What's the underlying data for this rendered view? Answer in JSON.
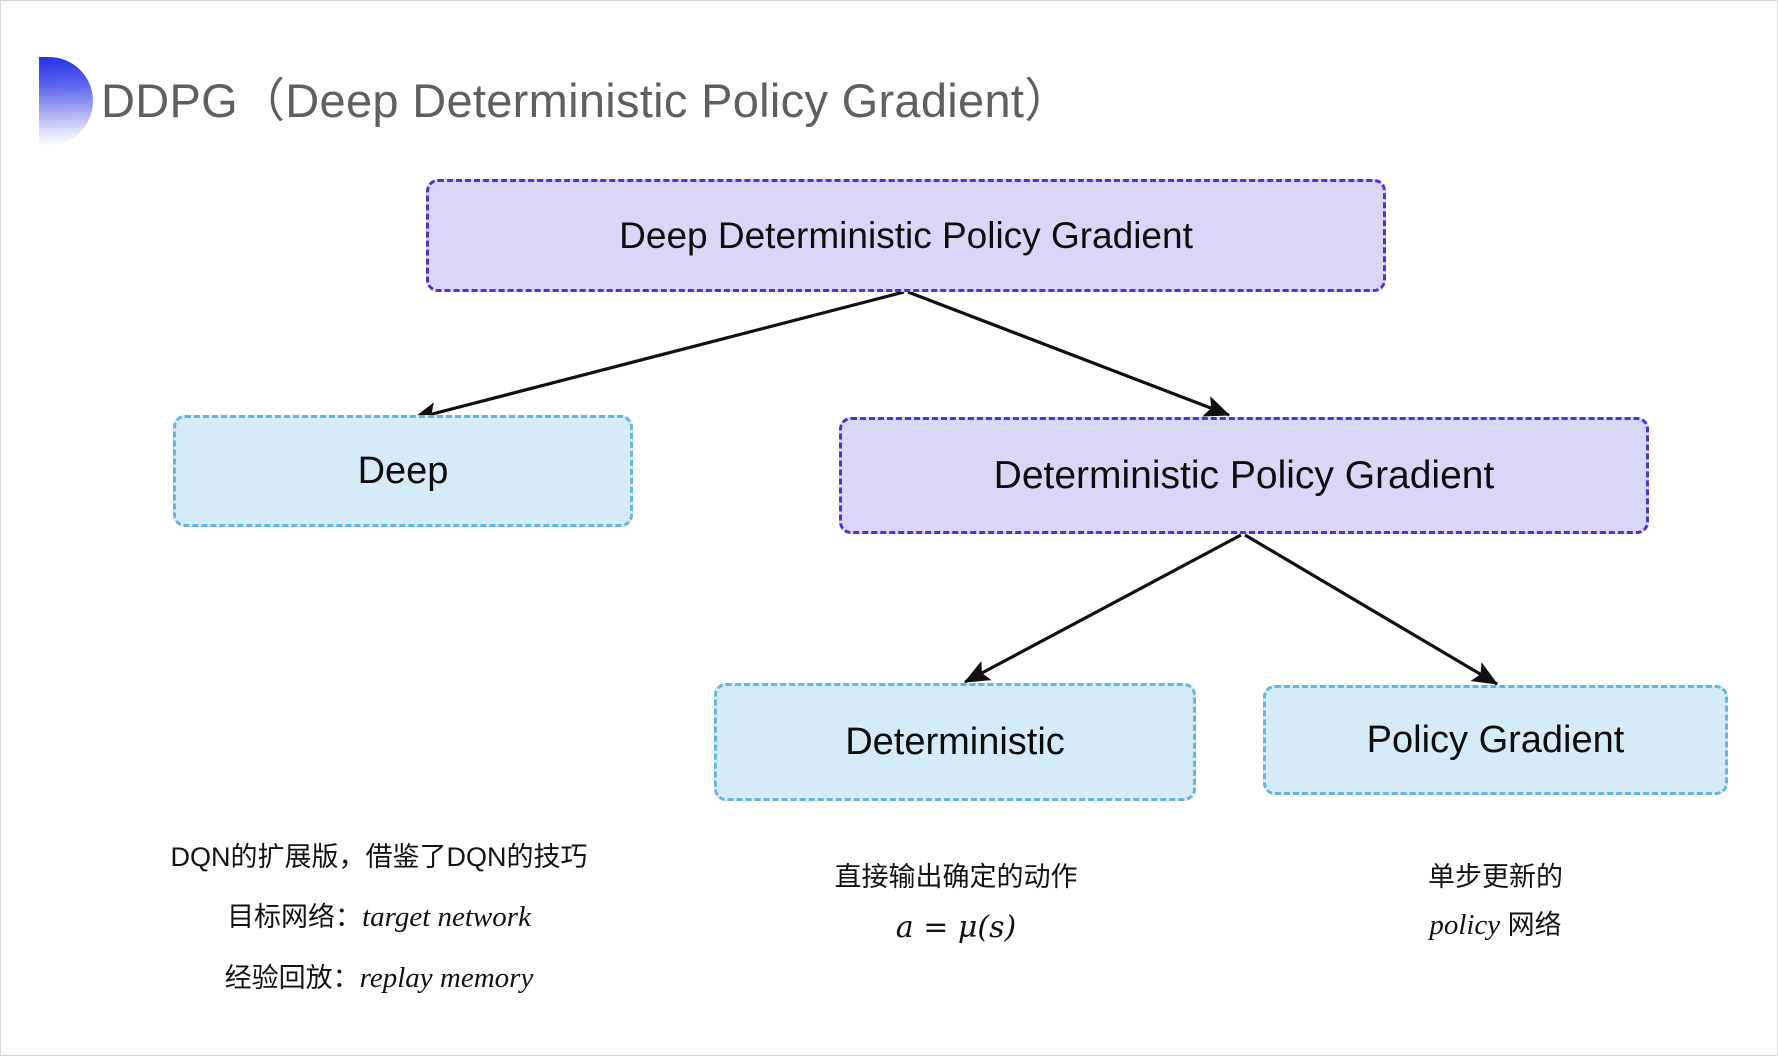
{
  "slide": {
    "title": "DDPG（Deep Deterministic Policy Gradient）",
    "bullet_icon": "half-circle-gradient-icon",
    "title_color": "#5f5f5f",
    "background": "#ffffff"
  },
  "colors": {
    "purple_fill": "#d9d6f8",
    "purple_border": "#4638cf",
    "blue_fill": "#d5ecf8",
    "blue_border": "#63b6e2",
    "arrow": "#101010",
    "accent_gradient_start": "#2233e0",
    "accent_gradient_end": "#ffffff"
  },
  "diagram": {
    "type": "tree",
    "nodes": [
      {
        "id": "ddpg",
        "label": "Deep Deterministic Policy Gradient",
        "style": "purple"
      },
      {
        "id": "deep",
        "label": "Deep",
        "style": "blue"
      },
      {
        "id": "dpg",
        "label": "Deterministic Policy Gradient",
        "style": "purple"
      },
      {
        "id": "det",
        "label": "Deterministic",
        "style": "blue"
      },
      {
        "id": "pg",
        "label": "Policy Gradient",
        "style": "blue"
      }
    ],
    "edges": [
      {
        "from": "ddpg",
        "to": "deep"
      },
      {
        "from": "ddpg",
        "to": "dpg"
      },
      {
        "from": "dpg",
        "to": "det"
      },
      {
        "from": "dpg",
        "to": "pg"
      }
    ]
  },
  "notes": {
    "deep": {
      "line1": "DQN的扩展版，借鉴了DQN的技巧",
      "line2_label": "目标网络：",
      "line2_term": "target network",
      "line3_label": "经验回放：",
      "line3_term": "replay memory"
    },
    "deterministic": {
      "line1": "直接输出确定的动作",
      "formula": "a = μ(s)"
    },
    "policy_gradient": {
      "line1": "单步更新的",
      "line2_term": "policy",
      "line2_suffix": " 网络"
    }
  }
}
